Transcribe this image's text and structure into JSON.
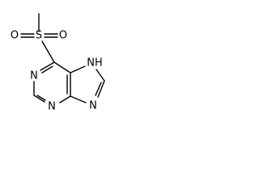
{
  "atoms": {
    "sulfur": "S",
    "oxygen_left": "O",
    "oxygen_right": "O",
    "ring_n1": "N",
    "ring_n3": "N",
    "ring_n7h": "NH",
    "ring_n9": "N"
  }
}
